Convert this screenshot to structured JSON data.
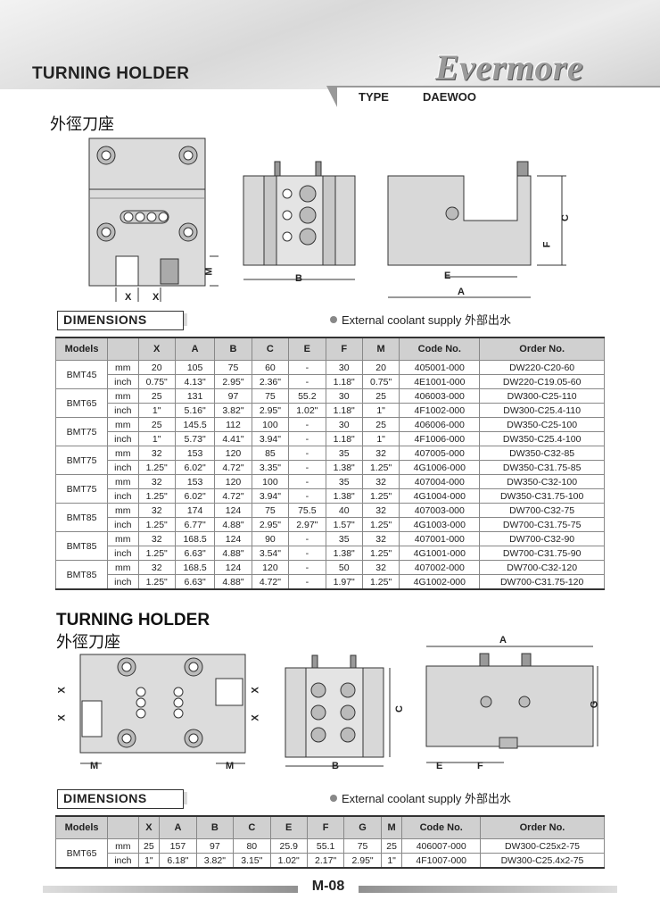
{
  "header": {
    "title": "TURNING HOLDER",
    "brand": "Evermore",
    "type_label": "TYPE",
    "type_value": "DAEWOO"
  },
  "section1": {
    "zh_title": "外徑刀座",
    "drawing_labels": {
      "x1": "X",
      "x2": "X",
      "m": "M",
      "b": "B",
      "e": "E",
      "a": "A",
      "c": "C",
      "f": "F"
    },
    "dimensions_label": "DIMENSIONS",
    "coolant_note": "External coolant supply 外部出水",
    "table": {
      "headers": [
        "Models",
        "",
        "X",
        "A",
        "B",
        "C",
        "E",
        "F",
        "M",
        "Code No.",
        "Order No."
      ],
      "groups": [
        {
          "model": "BMT45",
          "rows": [
            [
              "mm",
              "20",
              "105",
              "75",
              "60",
              "-",
              "30",
              "20",
              "405001-000",
              "DW220-C20-60"
            ],
            [
              "inch",
              "0.75\"",
              "4.13\"",
              "2.95\"",
              "2.36\"",
              "-",
              "1.18\"",
              "0.75\"",
              "4E1001-000",
              "DW220-C19.05-60"
            ]
          ]
        },
        {
          "model": "BMT65",
          "rows": [
            [
              "mm",
              "25",
              "131",
              "97",
              "75",
              "55.2",
              "30",
              "25",
              "406003-000",
              "DW300-C25-110"
            ],
            [
              "inch",
              "1\"",
              "5.16\"",
              "3.82\"",
              "2.95\"",
              "1.02\"",
              "1.18\"",
              "1\"",
              "4F1002-000",
              "DW300-C25.4-110"
            ]
          ]
        },
        {
          "model": "BMT75",
          "rows": [
            [
              "mm",
              "25",
              "145.5",
              "112",
              "100",
              "-",
              "30",
              "25",
              "406006-000",
              "DW350-C25-100"
            ],
            [
              "inch",
              "1\"",
              "5.73\"",
              "4.41\"",
              "3.94\"",
              "-",
              "1.18\"",
              "1\"",
              "4F1006-000",
              "DW350-C25.4-100"
            ]
          ]
        },
        {
          "model": "BMT75",
          "rows": [
            [
              "mm",
              "32",
              "153",
              "120",
              "85",
              "-",
              "35",
              "32",
              "407005-000",
              "DW350-C32-85"
            ],
            [
              "inch",
              "1.25\"",
              "6.02\"",
              "4.72\"",
              "3.35\"",
              "-",
              "1.38\"",
              "1.25\"",
              "4G1006-000",
              "DW350-C31.75-85"
            ]
          ]
        },
        {
          "model": "BMT75",
          "rows": [
            [
              "mm",
              "32",
              "153",
              "120",
              "100",
              "-",
              "35",
              "32",
              "407004-000",
              "DW350-C32-100"
            ],
            [
              "inch",
              "1.25\"",
              "6.02\"",
              "4.72\"",
              "3.94\"",
              "-",
              "1.38\"",
              "1.25\"",
              "4G1004-000",
              "DW350-C31.75-100"
            ]
          ]
        },
        {
          "model": "BMT85",
          "rows": [
            [
              "mm",
              "32",
              "174",
              "124",
              "75",
              "75.5",
              "40",
              "32",
              "407003-000",
              "DW700-C32-75"
            ],
            [
              "inch",
              "1.25\"",
              "6.77\"",
              "4.88\"",
              "2.95\"",
              "2.97\"",
              "1.57\"",
              "1.25\"",
              "4G1003-000",
              "DW700-C31.75-75"
            ]
          ]
        },
        {
          "model": "BMT85",
          "rows": [
            [
              "mm",
              "32",
              "168.5",
              "124",
              "90",
              "-",
              "35",
              "32",
              "407001-000",
              "DW700-C32-90"
            ],
            [
              "inch",
              "1.25\"",
              "6.63\"",
              "4.88\"",
              "3.54\"",
              "-",
              "1.38\"",
              "1.25\"",
              "4G1001-000",
              "DW700-C31.75-90"
            ]
          ]
        },
        {
          "model": "BMT85",
          "rows": [
            [
              "mm",
              "32",
              "168.5",
              "124",
              "120",
              "-",
              "50",
              "32",
              "407002-000",
              "DW700-C32-120"
            ],
            [
              "inch",
              "1.25\"",
              "6.63\"",
              "4.88\"",
              "4.72\"",
              "-",
              "1.97\"",
              "1.25\"",
              "4G1002-000",
              "DW700-C31.75-120"
            ]
          ]
        }
      ]
    }
  },
  "section2": {
    "title": "TURNING HOLDER",
    "zh_title": "外徑刀座",
    "drawing_labels": {
      "x1": "X",
      "x2": "X",
      "x3": "X",
      "x4": "X",
      "m1": "M",
      "m2": "M",
      "b": "B",
      "c": "C",
      "e": "E",
      "f": "F",
      "a": "A",
      "g": "G"
    },
    "dimensions_label": "DIMENSIONS",
    "coolant_note": "External coolant supply 外部出水",
    "table": {
      "headers": [
        "Models",
        "",
        "X",
        "A",
        "B",
        "C",
        "E",
        "F",
        "G",
        "M",
        "Code No.",
        "Order No."
      ],
      "groups": [
        {
          "model": "BMT65",
          "rows": [
            [
              "mm",
              "25",
              "157",
              "97",
              "80",
              "25.9",
              "55.1",
              "75",
              "25",
              "406007-000",
              "DW300-C25x2-75"
            ],
            [
              "inch",
              "1\"",
              "6.18\"",
              "3.82\"",
              "3.15\"",
              "1.02\"",
              "2.17\"",
              "2.95\"",
              "1\"",
              "4F1007-000",
              "DW300-C25.4x2-75"
            ]
          ]
        }
      ]
    }
  },
  "footer": {
    "page": "M-08"
  }
}
